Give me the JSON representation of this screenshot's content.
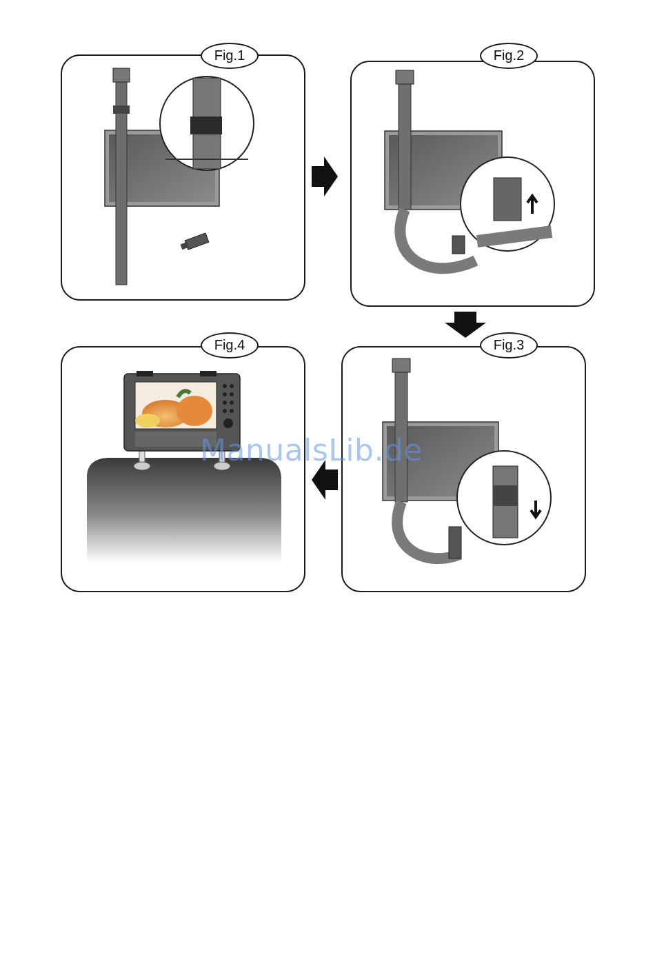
{
  "figures": [
    {
      "id": "fig1",
      "label": "Fig.1"
    },
    {
      "id": "fig2",
      "label": "Fig.2"
    },
    {
      "id": "fig3",
      "label": "Fig.3"
    },
    {
      "id": "fig4",
      "label": "Fig.4"
    }
  ],
  "arrows": [
    "right",
    "down",
    "left"
  ],
  "watermark": "ManualsLib.de",
  "colors": {
    "border": "#1a1a1a",
    "device": "#6e6e6e",
    "strap": "#7a7a7a",
    "watermark": "#6496e6"
  }
}
